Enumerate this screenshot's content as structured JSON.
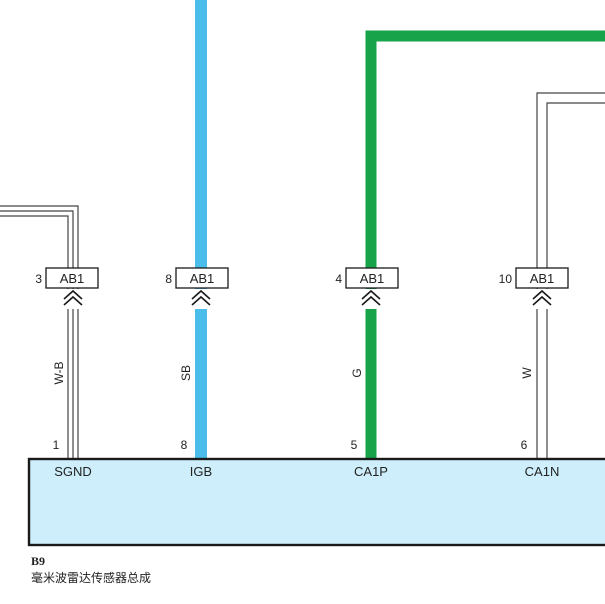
{
  "component": {
    "id": "B9",
    "name": "毫米波雷达传感器总成",
    "fill": "#cdeefa",
    "border": "#1a1a1a"
  },
  "wires": [
    {
      "connector_pin": "3",
      "connector": "AB1",
      "color_code": "W-B",
      "component_pin": "1",
      "signal": "SGND",
      "style": "triple",
      "color": "#444444"
    },
    {
      "connector_pin": "8",
      "connector": "AB1",
      "color_code": "SB",
      "component_pin": "8",
      "signal": "IGB",
      "style": "solid",
      "color": "#4bbdea"
    },
    {
      "connector_pin": "4",
      "connector": "AB1",
      "color_code": "G",
      "component_pin": "5",
      "signal": "CA1P",
      "style": "solid",
      "color": "#16a34a"
    },
    {
      "connector_pin": "10",
      "connector": "AB1",
      "color_code": "W",
      "component_pin": "6",
      "signal": "CA1N",
      "style": "double",
      "color": "#444444"
    }
  ]
}
